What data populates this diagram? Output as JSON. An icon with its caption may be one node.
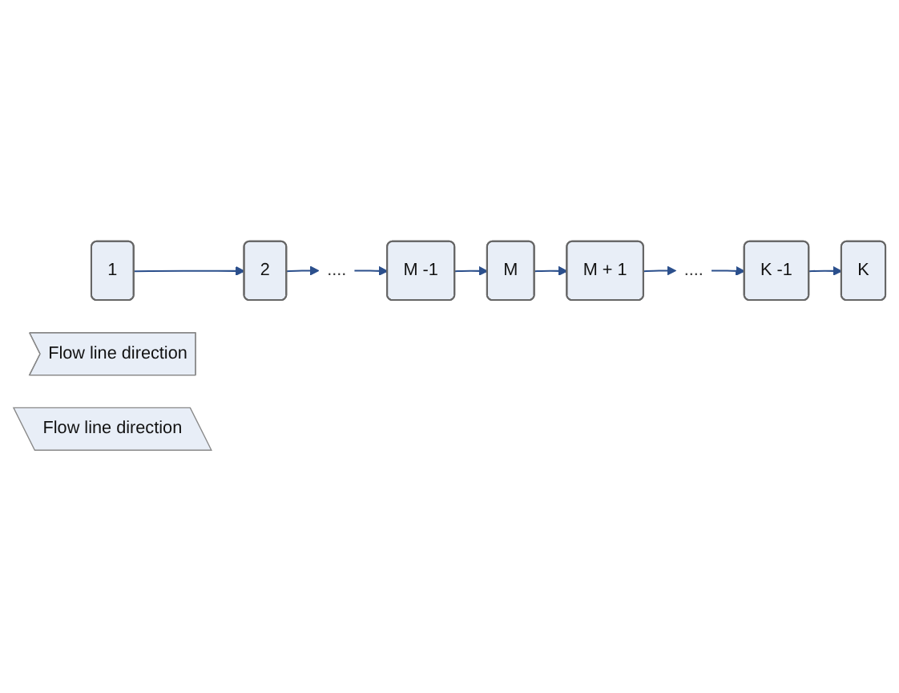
{
  "diagram": {
    "nodes": [
      {
        "text": [
          "1"
        ]
      },
      {
        "text": [
          "2"
        ]
      },
      {
        "text": [
          "...."
        ]
      },
      {
        "text": [
          "M -1"
        ]
      },
      {
        "text": [
          "M"
        ]
      },
      {
        "text": [
          "M + 1"
        ]
      },
      {
        "text": [
          "...."
        ]
      },
      {
        "text": [
          "K -1"
        ]
      },
      {
        "text": [
          "K"
        ]
      },
      {
        "text": [
          "Flow line direction"
        ]
      },
      {
        "text": [
          "Flow line direction"
        ]
      }
    ],
    "edges": [
      {
        "from": 0,
        "to": 1,
        "arrow": "to"
      },
      {
        "from": 1,
        "to": 2,
        "arrow": "to"
      },
      {
        "from": 2,
        "to": 3,
        "arrow": "to"
      },
      {
        "from": 3,
        "to": 4,
        "arrow": "to"
      },
      {
        "from": 4,
        "to": 5,
        "arrow": "to"
      },
      {
        "from": 5,
        "to": 6,
        "arrow": "to"
      },
      {
        "from": 6,
        "to": 7,
        "arrow": "to"
      },
      {
        "from": 7,
        "to": 8,
        "arrow": "to"
      }
    ]
  }
}
